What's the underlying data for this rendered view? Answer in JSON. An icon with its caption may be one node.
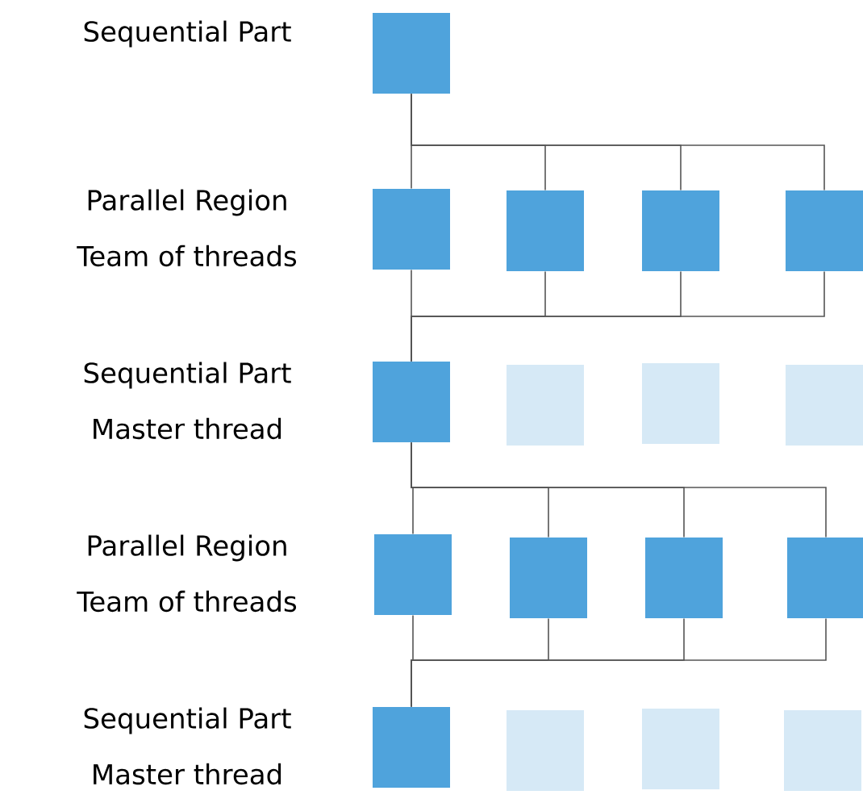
{
  "diagram": {
    "nodes": [
      {
        "text": [],
        "shape": "box",
        "beside": [
          "Sequential Part"
        ]
      },
      {
        "text": [],
        "shape": "box",
        "beside": [
          "Parallel Region",
          "Team of threads"
        ]
      },
      {
        "text": [],
        "shape": "box"
      },
      {
        "text": [],
        "shape": "box"
      },
      {
        "text": [],
        "shape": "box"
      },
      {
        "text": [],
        "shape": "box",
        "beside": [
          "Sequential Part",
          "Master thread"
        ]
      },
      {
        "text": [],
        "shape": "box"
      },
      {
        "text": [],
        "shape": "box"
      },
      {
        "text": [],
        "shape": "box"
      },
      {
        "text": [],
        "shape": "box",
        "beside": [
          "Parallel Region",
          "Team of threads"
        ]
      },
      {
        "text": [],
        "shape": "box"
      },
      {
        "text": [],
        "shape": "box"
      },
      {
        "text": [],
        "shape": "box"
      },
      {
        "text": [],
        "shape": "box",
        "beside": [
          "Sequential Part",
          "Master thread"
        ]
      },
      {
        "text": [],
        "shape": "box"
      },
      {
        "text": [],
        "shape": "box"
      },
      {
        "text": [],
        "shape": "box"
      }
    ],
    "edges": [
      {
        "from": 0,
        "to": 1,
        "arrow": "none"
      },
      {
        "from": 0,
        "to": 2,
        "arrow": "none"
      },
      {
        "from": 0,
        "to": 3,
        "arrow": "none"
      },
      {
        "from": 0,
        "to": 4,
        "arrow": "none"
      },
      {
        "from": 1,
        "to": 5,
        "arrow": "none"
      },
      {
        "from": 2,
        "to": 5,
        "arrow": "none"
      },
      {
        "from": 3,
        "to": 5,
        "arrow": "none"
      },
      {
        "from": 4,
        "to": 5,
        "arrow": "none"
      },
      {
        "from": 5,
        "to": 9,
        "arrow": "none"
      },
      {
        "from": 5,
        "to": 10,
        "arrow": "none"
      },
      {
        "from": 5,
        "to": 11,
        "arrow": "none"
      },
      {
        "from": 5,
        "to": 12,
        "arrow": "none"
      },
      {
        "from": 9,
        "to": 13,
        "arrow": "none"
      },
      {
        "from": 10,
        "to": 13,
        "arrow": "none"
      },
      {
        "from": 11,
        "to": 13,
        "arrow": "none"
      },
      {
        "from": 12,
        "to": 13,
        "arrow": "none"
      }
    ]
  }
}
